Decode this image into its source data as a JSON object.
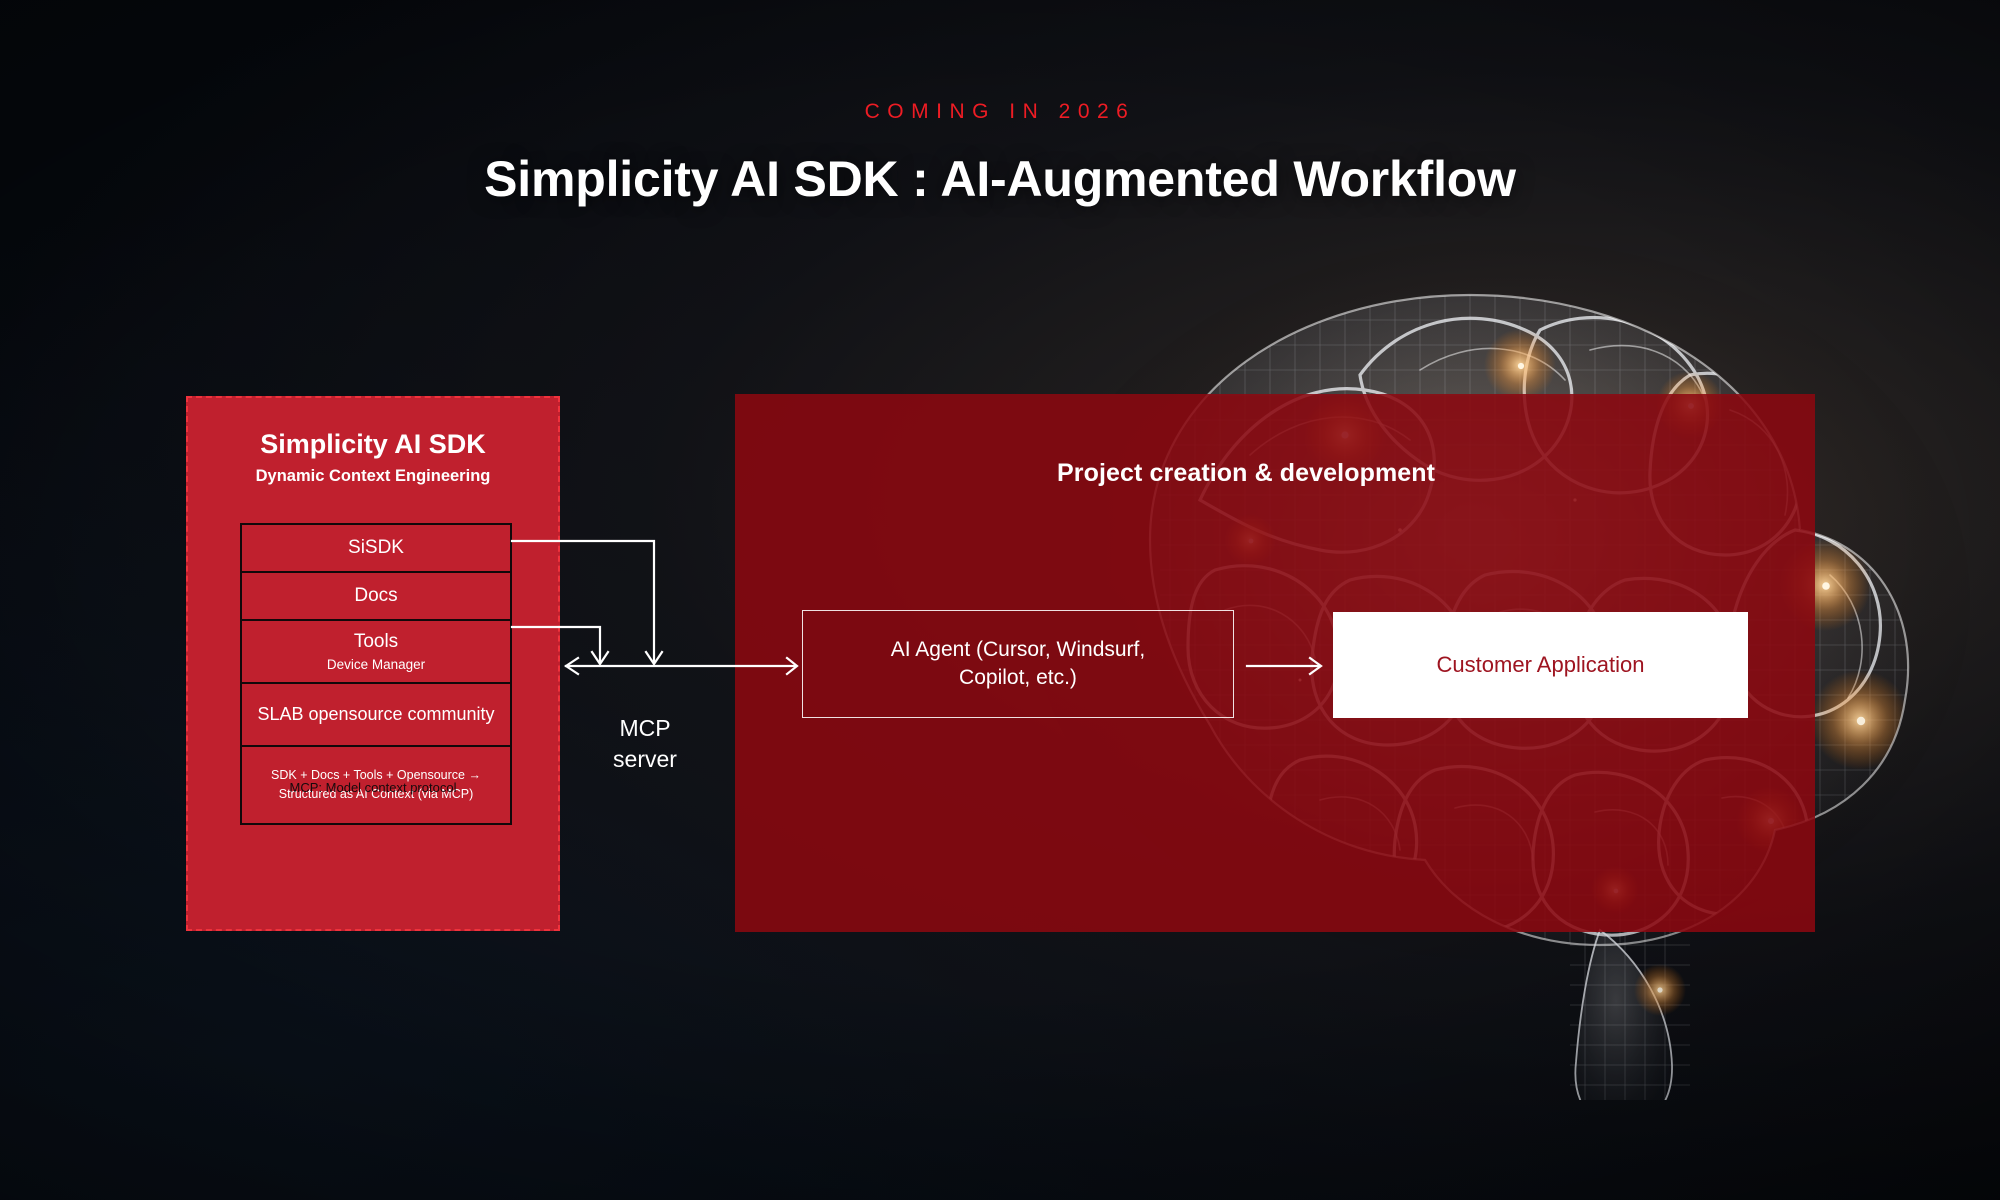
{
  "header": {
    "kicker": "COMING IN 2026",
    "title": "Simplicity AI SDK : AI-Augmented Workflow"
  },
  "colors": {
    "accent_red": "#ed1c24",
    "panel_red": "#c0202e",
    "dev_panel_red": "#8b0810",
    "customer_text_red": "#9e1420",
    "background": "#070c12",
    "wire_white": "#ffffff"
  },
  "sdk_panel": {
    "title": "Simplicity AI SDK",
    "subtitle": "Dynamic Context Engineering",
    "rows": [
      {
        "label": "SiSDK",
        "sublabel": ""
      },
      {
        "label": "Docs",
        "sublabel": ""
      },
      {
        "label": "Tools",
        "sublabel": "Device Manager"
      },
      {
        "label": "SLAB opensource community",
        "sublabel": ""
      },
      {
        "label": "SDK + Docs + Tools + Opensource → Structured as AI Context (via MCP)",
        "sublabel": ""
      }
    ],
    "footnote": "MCP: Model context protocol"
  },
  "mcp": {
    "label": "MCP\nserver",
    "line1": "MCP",
    "line2": "server"
  },
  "dev_panel": {
    "title": "Project creation & development",
    "agent_box": "AI Agent (Cursor, Windsurf, Copilot, etc.)",
    "agent_box_line1": "AI Agent (Cursor, Windsurf,",
    "agent_box_line2": "Copilot, etc.)",
    "customer_box": "Customer Application"
  },
  "icons": {
    "brain": "brain-wireframe-icon",
    "arrow_right": "arrow-right-icon",
    "arrow_down": "arrow-down-icon",
    "arrow_left": "arrow-left-icon"
  }
}
